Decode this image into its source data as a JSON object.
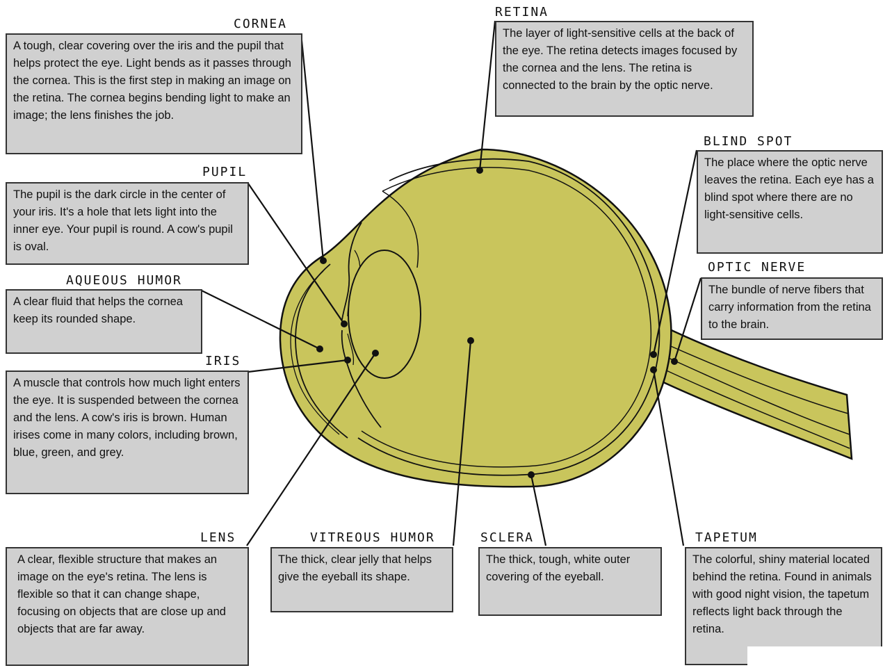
{
  "colors": {
    "eyeball": "#c9c55c",
    "outline": "#111111",
    "box_fill": "#d0d0d0",
    "box_border": "#333333"
  },
  "parts": {
    "cornea": {
      "label": "CORNEA",
      "text": "A tough, clear covering over the iris and the pupil that helps protect the eye.  Light bends as it passes through the cornea. This is the first step in making an image on the retina. The cornea begins bending light to make an image; the lens finishes the job."
    },
    "pupil": {
      "label": "PUPIL",
      "text": "The pupil is the dark circle in the center of your iris. It's a hole that lets light into the inner eye. Your pupil is round. A cow's pupil is oval."
    },
    "aqueous_humor": {
      "label": "AQUEOUS HUMOR",
      "text": "A clear  fluid that helps the cornea keep its rounded shape."
    },
    "iris": {
      "label": "IRIS",
      "text": "A muscle that controls how much light enters the eye. It is suspended between the  cornea and the lens. A cow's iris is brown. Human irises come in many colors, including brown, blue, green, and grey."
    },
    "lens": {
      "label": "LENS",
      "text": "A clear,  flexible structure that makes an image on the eye's retina. The lens is flexible so that it can change shape, focusing on objects that are close up and objects that are far away."
    },
    "vitreous_humor": {
      "label": "VITREOUS HUMOR",
      "text": "The thick, clear jelly that helps give the eyeball its shape."
    },
    "sclera": {
      "label": "SCLERA",
      "text": "The thick, tough, white outer covering of the eyeball."
    },
    "tapetum": {
      "label": "TAPETUM",
      "text": "The colorful, shiny material located behind the retina. Found in animals with good night vision, the tapetum reflects light back through the retina."
    },
    "retina": {
      "label": "RETINA",
      "text": "The layer of light-sensitive cells at the back of the eye. The retina detects images focused by the cornea and the lens. The retina is connected to the brain by the optic nerve."
    },
    "blind_spot": {
      "label": "BLIND SPOT",
      "text": "The place where the optic nerve leaves the retina. Each eye has a blind spot where there are no light-sensitive cells."
    },
    "optic_nerve": {
      "label": "OPTIC NERVE",
      "text": "The bundle of nerve fibers that carry information from the retina to the brain."
    }
  }
}
